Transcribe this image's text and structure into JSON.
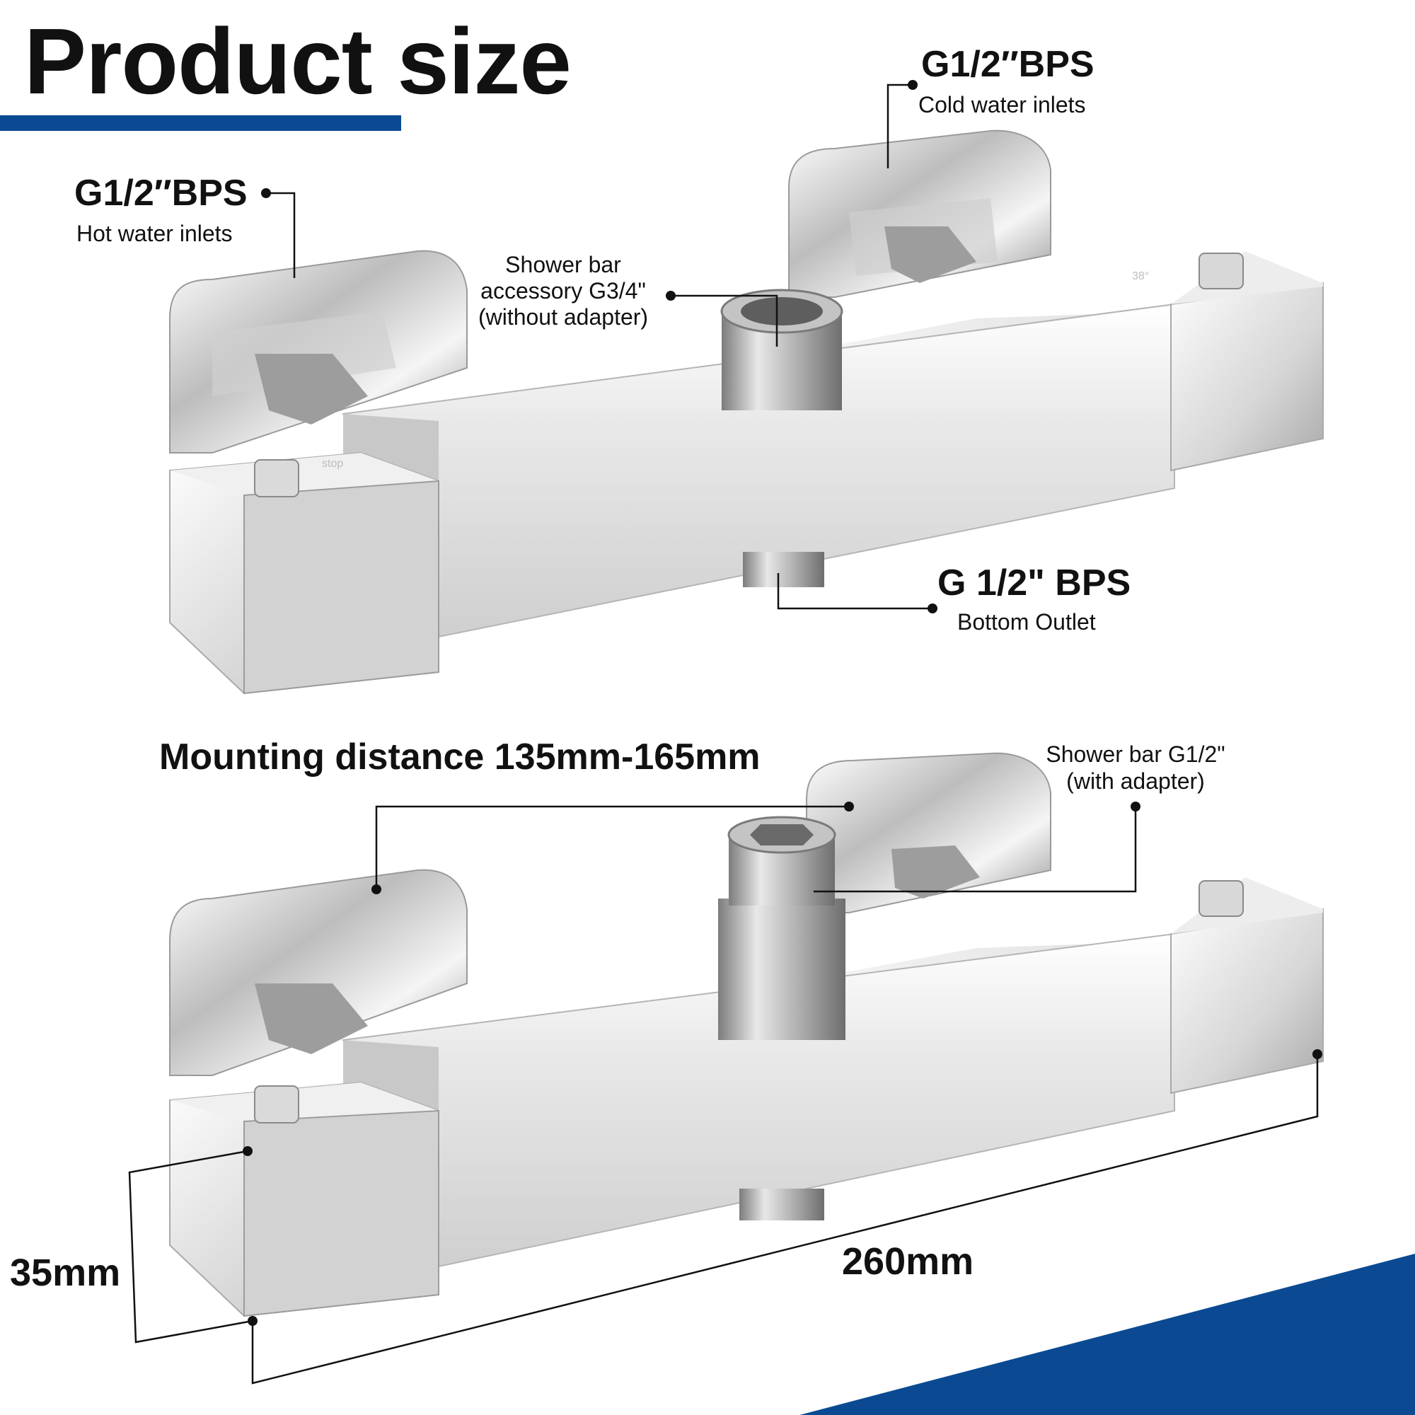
{
  "title": "Product size",
  "colors": {
    "accent": "#0b4a93",
    "chrome_light": "#f2f2f2",
    "chrome_mid": "#c9c9c9",
    "chrome_dark": "#8e8e8e",
    "line": "#111111"
  },
  "top_diagram": {
    "hot_inlet": {
      "spec": "G1/2″BPS",
      "desc": "Hot water inlets"
    },
    "cold_inlet": {
      "spec": "G1/2″BPS",
      "desc": "Cold water inlets"
    },
    "shower_bar": {
      "line1": "Shower bar",
      "line2": "accessory G3/4\"",
      "line3": "(without adapter)"
    },
    "bottom_outlet": {
      "spec": "G 1/2\" BPS",
      "desc": "Bottom Outlet"
    }
  },
  "bottom_diagram": {
    "mounting": "Mounting distance 135mm-165mm",
    "shower_bar": {
      "line1": "Shower bar G1/2\"",
      "line2": "(with adapter)"
    },
    "height": "35mm",
    "length": "260mm"
  },
  "icons": [
    "shower-head-icon",
    "temperature-dial-icon",
    "stop-button-icon"
  ]
}
